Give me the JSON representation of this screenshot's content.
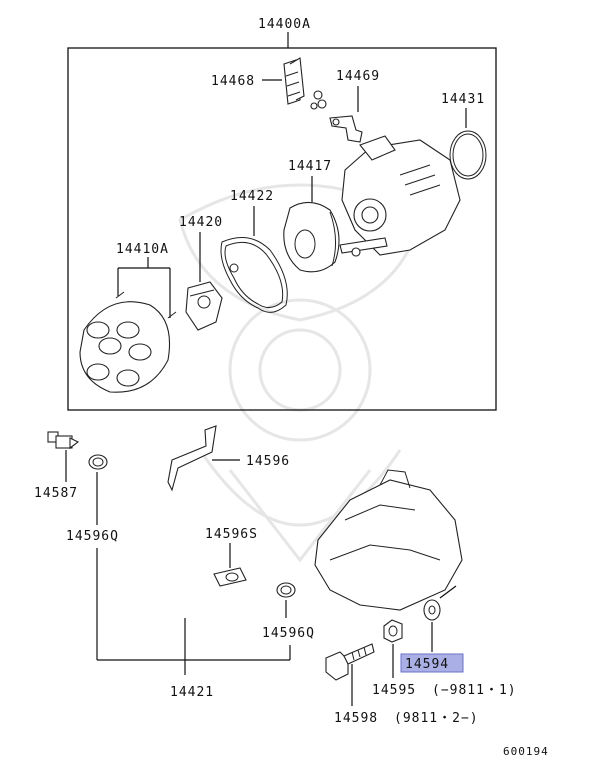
{
  "labels": {
    "l14400A": "14400A",
    "l14468": "14468",
    "l14469": "14469",
    "l14431": "14431",
    "l14417": "14417",
    "l14422": "14422",
    "l14420": "14420",
    "l14410A": "14410A",
    "l14596": "14596",
    "l14587": "14587",
    "l14596Q_a": "14596Q",
    "l14596S": "14596S",
    "l14596Q_b": "14596Q",
    "l14421": "14421",
    "l14594": "14594",
    "l14595": "14595",
    "l14595_note": "(−9811・1)",
    "l14598": "14598",
    "l14598_note": "(9811・2−)",
    "drawing_no": "600194"
  },
  "colors": {
    "highlight": "#aab0e6",
    "line": "#111111",
    "watermark": "#e6e6e6"
  }
}
